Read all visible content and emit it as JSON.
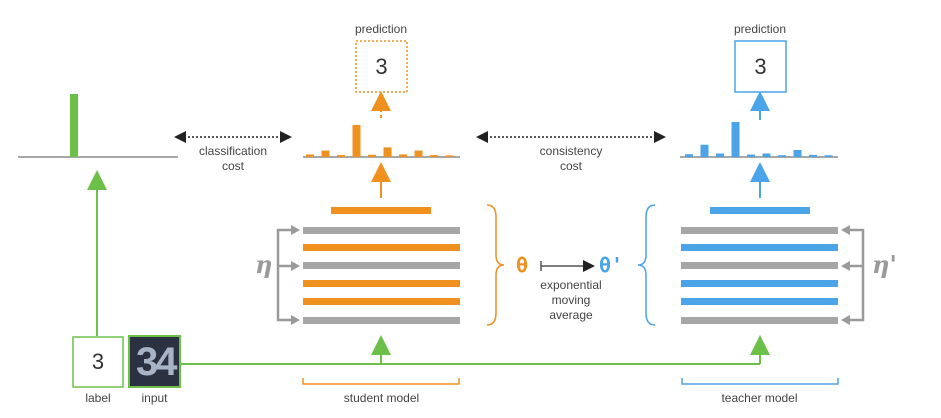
{
  "labels": {
    "prediction_student": "prediction",
    "prediction_teacher": "prediction",
    "student_digit": "3",
    "teacher_digit": "3",
    "classification_cost": "classification\ncost",
    "consistency_cost": "consistency\ncost",
    "theta": "θ",
    "theta_prime": "θ'",
    "ema": "exponential\nmoving\naverage",
    "eta": "η",
    "eta_prime": "η'",
    "label_digit": "3",
    "label_caption": "label",
    "input_caption": "input",
    "input_digits": "34",
    "student_model": "student model",
    "teacher_model": "teacher model"
  },
  "colors": {
    "student": "#f0901e",
    "teacher": "#4ba3e8",
    "label": "#6cc04a",
    "noise": "#9a9a9a",
    "layer_gray": "#a6a6a6",
    "text": "#444444"
  },
  "chart_data": [
    {
      "type": "bar",
      "name_hint": "label distribution",
      "values": [
        0,
        0,
        0,
        1,
        0,
        0,
        0,
        0,
        0,
        0
      ]
    },
    {
      "type": "bar",
      "name_hint": "student prediction",
      "values": [
        0.08,
        0.2,
        0.06,
        1.0,
        0.07,
        0.3,
        0.08,
        0.2,
        0.06,
        0.05
      ]
    },
    {
      "type": "bar",
      "name_hint": "teacher prediction",
      "values": [
        0.08,
        0.35,
        0.1,
        1.0,
        0.07,
        0.1,
        0.05,
        0.2,
        0.06,
        0.05
      ]
    }
  ]
}
